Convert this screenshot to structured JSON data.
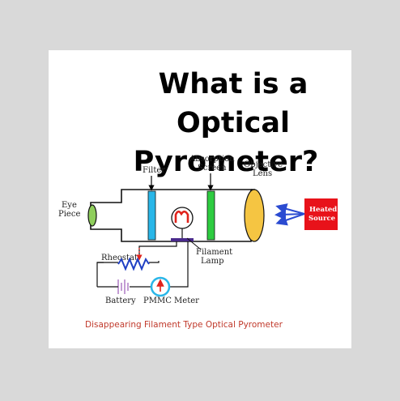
{
  "title": {
    "line1": "What is a Optical",
    "line2": "Pyrometer?"
  },
  "diagram": {
    "labels": {
      "eye_piece_1": "Eye",
      "eye_piece_2": "Piece",
      "filter": "Filter",
      "absorption_1": "Absorption",
      "absorption_2": "Screen",
      "objective_1": "Objective",
      "objective_2": "Lens",
      "heated_1": "Heated",
      "heated_2": "Source",
      "filament_1": "Filament",
      "filament_2": "Lamp",
      "rheostat": "Rheostat",
      "battery": "Battery",
      "meter": "PMMC Meter"
    },
    "caption": "Disappearing Filament Type Optical Pyrometer",
    "colors": {
      "filter": "#29b6e8",
      "absorption_screen": "#2ecc40",
      "objective_lens": "#f5c542",
      "eye_piece": "#8fce5c",
      "heated_source": "#e8121a",
      "rays": "#2b4bd1",
      "lamp_filament": "#e0231c",
      "rheostat": "#1f3fc4",
      "caption": "#c0392b"
    }
  }
}
